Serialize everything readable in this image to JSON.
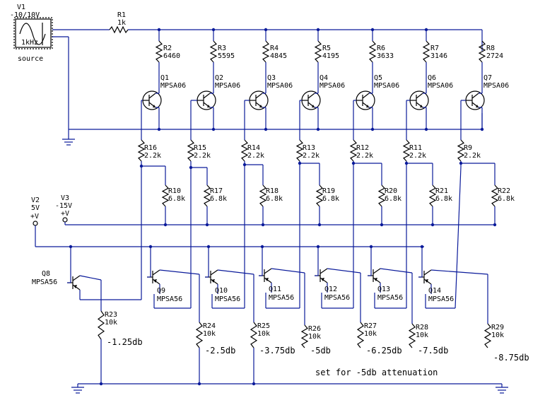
{
  "source": {
    "ref": "V1",
    "range": "-10/10V",
    "freq": "1kHz",
    "caption": "source"
  },
  "r1": {
    "ref": "R1",
    "value": "1k"
  },
  "ladder_resistors": [
    {
      "ref": "R2",
      "value": "6460"
    },
    {
      "ref": "R3",
      "value": "5595"
    },
    {
      "ref": "R4",
      "value": "4845"
    },
    {
      "ref": "R5",
      "value": "4195"
    },
    {
      "ref": "R6",
      "value": "3633"
    },
    {
      "ref": "R7",
      "value": "3146"
    },
    {
      "ref": "R8",
      "value": "2724"
    }
  ],
  "upper_transistors": [
    {
      "ref": "Q1",
      "part": "MPSA06"
    },
    {
      "ref": "Q2",
      "part": "MPSA06"
    },
    {
      "ref": "Q3",
      "part": "MPSA06"
    },
    {
      "ref": "Q4",
      "part": "MPSA06"
    },
    {
      "ref": "Q5",
      "part": "MPSA06"
    },
    {
      "ref": "Q6",
      "part": "MPSA06"
    },
    {
      "ref": "Q7",
      "part": "MPSA06"
    }
  ],
  "base_resistors": [
    {
      "ref": "R16",
      "value": "2.2k"
    },
    {
      "ref": "R15",
      "value": "2.2k"
    },
    {
      "ref": "R14",
      "value": "2.2k"
    },
    {
      "ref": "R13",
      "value": "2.2k"
    },
    {
      "ref": "R12",
      "value": "2.2k"
    },
    {
      "ref": "R11",
      "value": "2.2k"
    },
    {
      "ref": "R9",
      "value": "2.2k"
    }
  ],
  "pulldown_resistors": [
    {
      "ref": "R10",
      "value": "6.8k"
    },
    {
      "ref": "R17",
      "value": "6.8k"
    },
    {
      "ref": "R18",
      "value": "6.8k"
    },
    {
      "ref": "R19",
      "value": "6.8k"
    },
    {
      "ref": "R20",
      "value": "6.8k"
    },
    {
      "ref": "R21",
      "value": "6.8k"
    },
    {
      "ref": "R22",
      "value": "6.8k"
    }
  ],
  "supplies": {
    "v2": {
      "ref": "V2",
      "value": "5V",
      "sym": "+V"
    },
    "v3": {
      "ref": "V3",
      "value": "-15V",
      "sym": "+V"
    }
  },
  "lower_transistors": [
    {
      "ref": "Q8",
      "part": "MPSA56"
    },
    {
      "ref": "Q9",
      "part": "MPSA56"
    },
    {
      "ref": "Q10",
      "part": "MPSA56"
    },
    {
      "ref": "Q11",
      "part": "MPSA56"
    },
    {
      "ref": "Q12",
      "part": "MPSA56"
    },
    {
      "ref": "Q13",
      "part": "MPSA56"
    },
    {
      "ref": "Q14",
      "part": "MPSA56"
    }
  ],
  "control_resistors": [
    {
      "ref": "R23",
      "value": "10k",
      "db": "-1.25db"
    },
    {
      "ref": "R24",
      "value": "10k",
      "db": "-2.5db"
    },
    {
      "ref": "R25",
      "value": "10k",
      "db": "-3.75db"
    },
    {
      "ref": "R26",
      "value": "10k",
      "db": "-5db"
    },
    {
      "ref": "R27",
      "value": "10k",
      "db": "-6.25db"
    },
    {
      "ref": "R28",
      "value": "10k",
      "db": "-7.5db"
    },
    {
      "ref": "R29",
      "value": "10k",
      "db": "-8.75db"
    }
  ],
  "note": "set for -5db attenuation"
}
